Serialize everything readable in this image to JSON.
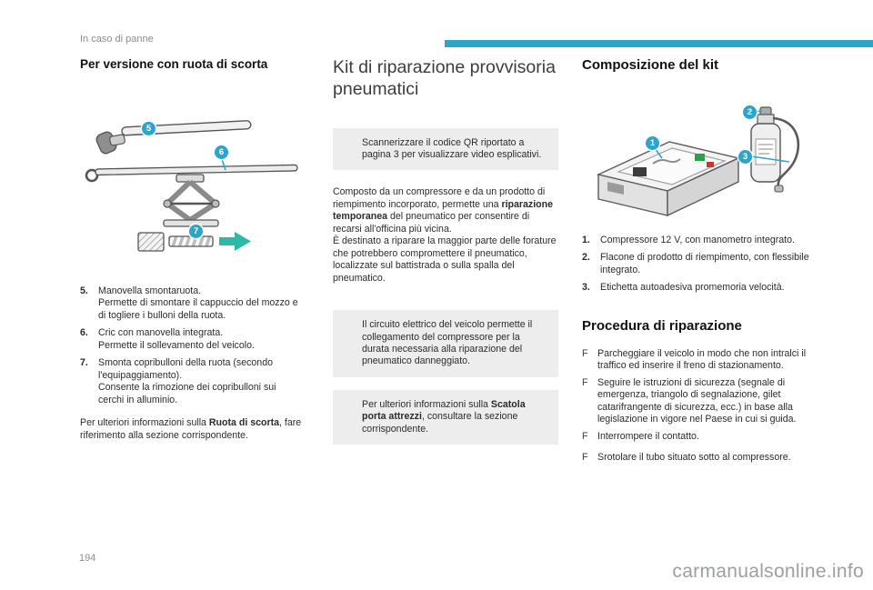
{
  "colors": {
    "accent": "#2ea4c8",
    "info_box_bg": "#ededee",
    "arrow": "#2eb9a6",
    "watermark_gray": "#9aa0a4"
  },
  "page": {
    "section_label": "In caso di panne",
    "page_number": "194",
    "watermark": "carmanualsonline.info"
  },
  "left_column": {
    "heading": "Per versione con ruota di scorta",
    "callouts": [
      "5",
      "6",
      "7"
    ],
    "list": [
      {
        "num": "5.",
        "text": "Manovella smontaruota.\nPermette di smontare il cappuccio del mozzo e di togliere i bulloni della ruota."
      },
      {
        "num": "6.",
        "text": "Cric con manovella integrata.\nPermette il sollevamento del veicolo."
      },
      {
        "num": "7.",
        "text": "Smonta copribulloni della ruota (secondo l'equipaggiamento).\nConsente la rimozione dei copribulloni sui cerchi in alluminio."
      }
    ],
    "note": [
      {
        "t": "Per ulteriori informazioni sulla "
      },
      {
        "t": "Ruota di scorta",
        "b": true
      },
      {
        "t": ", fare riferimento alla sezione corrispondente."
      }
    ]
  },
  "middle_column": {
    "heading": "Kit di riparazione provvisoria pneumatici",
    "info_box_1": "Scannerizzare il codice QR riportato a pagina 3 per visualizzare video esplicativi.",
    "paragraph": [
      {
        "t": "Composto da un compressore e da un prodotto di riempimento incorporato, permette una "
      },
      {
        "t": "riparazione temporanea",
        "b": true
      },
      {
        "t": " del pneumatico per consentire di recarsi all'officina più vicina.\nÈ destinato a riparare la maggior parte delle forature che potrebbero compromettere il pneumatico, localizzate sul battistrada o sulla spalla del pneumatico."
      }
    ],
    "info_box_2": "Il circuito elettrico del veicolo permette il collegamento del compressore per la durata necessaria alla riparazione del pneumatico danneggiato.",
    "info_box_3": [
      {
        "t": "Per ulteriori informazioni sulla "
      },
      {
        "t": "Scatola porta attrezzi",
        "b": true
      },
      {
        "t": ", consultare la sezione corrispondente."
      }
    ]
  },
  "right_column": {
    "heading_composition": "Composizione del kit",
    "callouts": [
      "1",
      "2",
      "3"
    ],
    "list": [
      {
        "num": "1.",
        "text": "Compressore 12 V, con manometro integrato."
      },
      {
        "num": "2.",
        "text": "Flacone di prodotto di riempimento, con flessibile integrato."
      },
      {
        "num": "3.",
        "text": "Etichetta autoadesiva promemoria velocità."
      }
    ],
    "heading_procedure": "Procedura di riparazione",
    "bullet_glyph": "F",
    "bullets": [
      "Parcheggiare il veicolo in modo che non intralci il traffico ed inserire il freno di stazionamento.",
      "Seguire le istruzioni di sicurezza (segnale di emergenza, triangolo di segnalazione, gilet catarifrangente di sicurezza, ecc.) in base alla legislazione in vigore nel Paese in cui si guida.",
      "Interrompere il contatto.",
      "Srotolare il tubo situato sotto al compressore."
    ]
  }
}
